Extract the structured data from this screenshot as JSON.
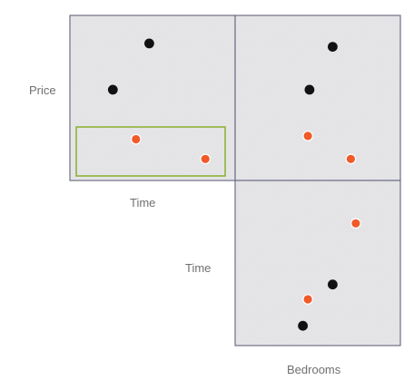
{
  "chart_data": {
    "type": "scatter",
    "labels": {
      "price": "Price",
      "time_top": "Time",
      "time_left": "Time",
      "bedrooms": "Bedrooms"
    },
    "colors": {
      "panel_fill": "#e6e6e8",
      "panel_border": "#6f6f87",
      "highlight_border": "#8fb23a",
      "point_black": "#111111",
      "point_orange": "#f05a28",
      "text": "#6f6f6f"
    },
    "panels": [
      {
        "name": "time-vs-price",
        "points": [
          {
            "time": 0.48,
            "price": 0.83,
            "group": "black"
          },
          {
            "time": 0.26,
            "price": 0.55,
            "group": "black"
          },
          {
            "time": 0.4,
            "price": 0.25,
            "group": "orange"
          },
          {
            "time": 0.82,
            "price": 0.13,
            "group": "orange"
          }
        ],
        "highlight": "low-price-rows"
      },
      {
        "name": "bedrooms-vs-price",
        "points": [
          {
            "bedrooms": 0.59,
            "price": 0.81,
            "group": "black"
          },
          {
            "bedrooms": 0.45,
            "price": 0.55,
            "group": "black"
          },
          {
            "bedrooms": 0.44,
            "price": 0.27,
            "group": "orange"
          },
          {
            "bedrooms": 0.7,
            "price": 0.13,
            "group": "orange"
          }
        ]
      },
      {
        "name": "bedrooms-vs-time",
        "points": [
          {
            "bedrooms": 0.73,
            "time": 0.74,
            "group": "orange"
          },
          {
            "bedrooms": 0.59,
            "time": 0.37,
            "group": "black"
          },
          {
            "bedrooms": 0.44,
            "time": 0.28,
            "group": "orange"
          },
          {
            "bedrooms": 0.41,
            "time": 0.12,
            "group": "black"
          }
        ]
      }
    ]
  }
}
